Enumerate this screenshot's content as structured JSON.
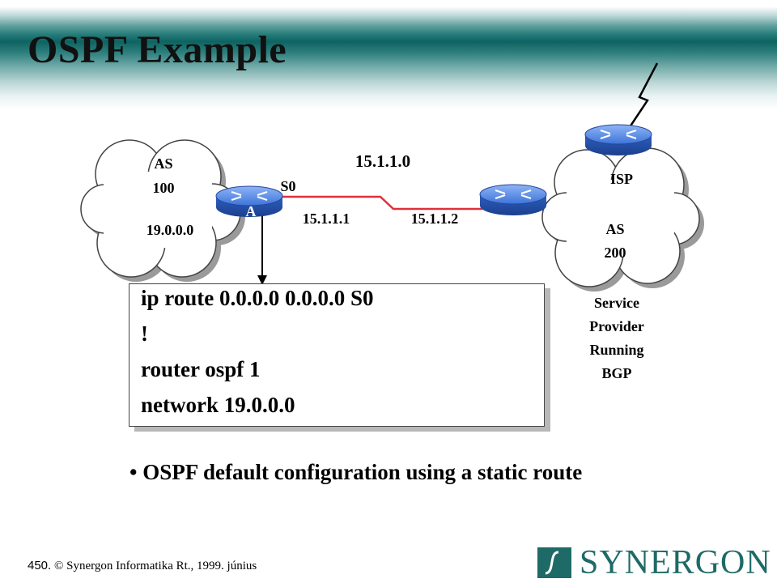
{
  "title": "OSPF Example",
  "diagram": {
    "left_cloud": {
      "lines": [
        "AS",
        "100",
        "19.0.0.0"
      ]
    },
    "router_a_label": "A",
    "interface_label": "S0",
    "link_network": "15.1.1.0",
    "left_ip": "15.1.1.1",
    "right_ip": "15.1.1.2",
    "right_cloud": {
      "lines": [
        "ISP",
        "AS",
        "200"
      ]
    },
    "provider_text": [
      "Service",
      "Provider",
      "Running",
      "BGP"
    ]
  },
  "config": {
    "lines": [
      "ip route 0.0.0.0 0.0.0.0 S0",
      "!",
      "router ospf 1",
      "network 19.0.0.0"
    ]
  },
  "bullet": "OSPF default configuration using a static route",
  "footer": {
    "page_number": "450.",
    "copyright": "© Synergon Informatika Rt., 1999. június"
  },
  "logo": {
    "text": "SYNERGON"
  },
  "colors": {
    "header_teal": "#0e6361",
    "router_blue": "#3d74d9",
    "link_red": "#e0303a",
    "logo_teal": "#1e6a66"
  },
  "icons": [
    "cloud-icon",
    "router-icon",
    "lightning-icon",
    "logo-mark-icon"
  ]
}
